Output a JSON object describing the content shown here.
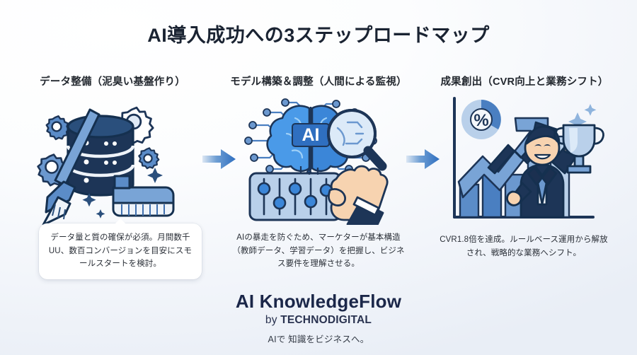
{
  "title": "AI導入成功への3ステップロードマップ",
  "colors": {
    "title_navy": "#1a2332",
    "brand_navy": "#1b2749",
    "accent_blue": "#2f6fc0",
    "deep_navy": "#1d3557",
    "mid_blue": "#4a7fc1",
    "light_blue": "#a9c4e4",
    "bubble_white": "#ffffff",
    "background": "#f2f5fa"
  },
  "steps": [
    {
      "index": "1",
      "heading": "データ整備（泥臭い基盤作り）",
      "illustration": "database-cleaning-icon",
      "caption": "データ量と質の確保が必須。月間数千UU、数百コンバージョンを目安にスモールスタートを検討."
    },
    {
      "index": "2",
      "heading": "モデル構築＆調整（人間による監視）",
      "illustration": "ai-brain-tuning-icon",
      "caption": "AIの暴走を防ぐため、マーケターが基本構造（教師データ、学習データ）を把握し、ビジネス要件を理解させる。"
    },
    {
      "index": "3",
      "heading": "成果創出（CVR向上と業務シフト）",
      "illustration": "growth-trophy-icon",
      "caption": "CVR1.8倍を達成。ルールベース運用から解放され、戦略的な業務へシフト。"
    }
  ],
  "captions": {
    "step1": "データ量と質の確保が必須。月間数千UU、数百コンバージョンを目安にスモールスタートを検討。",
    "step2": "AIの暴走を防ぐため、マーケターが基本構造（教師データ、学習データ）を把握し、ビジネス要件を理解させる。",
    "step3": "CVR1.8倍を達成。ルールベース運用から解放され、戦略的な業務へシフト。"
  },
  "arrows": {
    "first": "arrow-right-icon",
    "second": "arrow-right-icon"
  },
  "illustration_labels": {
    "ai_badge": "AI",
    "percent_symbol": "%"
  },
  "footer": {
    "brand": "AI KnowledgeFlow",
    "by_word": "by",
    "company": "TECHNODIGITAL",
    "tagline": "AIで 知識をビジネスへ。"
  }
}
